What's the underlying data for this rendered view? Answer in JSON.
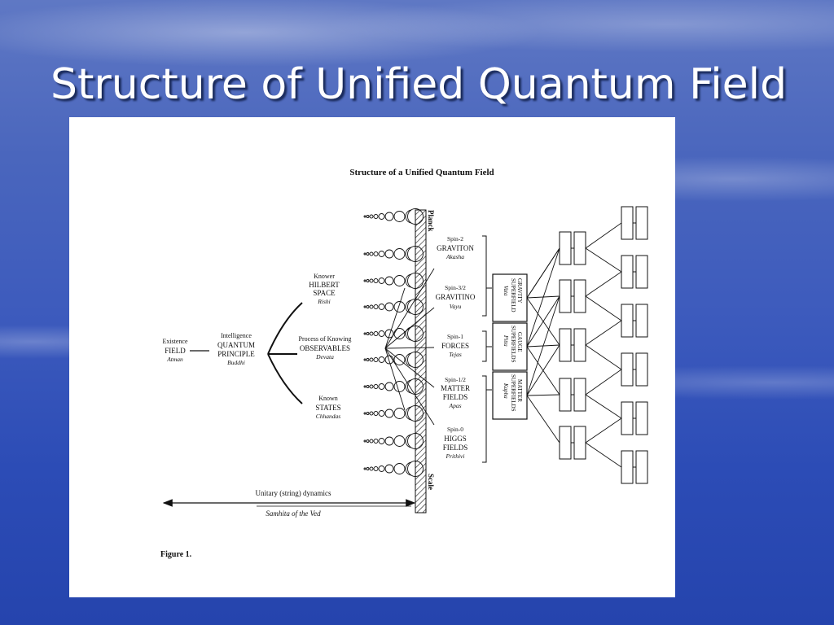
{
  "slide": {
    "title": "Structure of Unified Quantum Field"
  },
  "figure": {
    "heading": "Structure of a Unified Quantum Field",
    "caption": "Figure 1.",
    "existence": {
      "top": "Existence",
      "main": "FIELD",
      "sub": "Atman"
    },
    "intelligence": {
      "top": "Intelligence",
      "main1": "QUANTUM",
      "main2": "PRINCIPLE",
      "sub": "Buddhi"
    },
    "knower": {
      "top": "Knower",
      "main1": "HILBERT",
      "main2": "SPACE",
      "sub": "Rishi"
    },
    "knowing": {
      "top": "Process of Knowing",
      "main": "OBSERVABLES",
      "sub": "Devata"
    },
    "known": {
      "top": "Known",
      "main": "STATES",
      "sub": "Chhandas"
    },
    "planck_label": "Planck",
    "scale_label": "Scale",
    "particles": {
      "graviton": {
        "spin": "Spin-2",
        "name": "GRAVITON",
        "sub": "Akasha"
      },
      "gravitino": {
        "spin": "Spin-3/2",
        "name": "GRAVITINO",
        "sub": "Vayu"
      },
      "forces": {
        "spin": "Spin-1",
        "name": "FORCES",
        "sub": "Tejas"
      },
      "matter": {
        "spin": "Spin-1/2",
        "name1": "MATTER",
        "name2": "FIELDS",
        "sub": "Apas"
      },
      "higgs": {
        "spin": "Spin-0",
        "name1": "HIGGS",
        "name2": "FIELDS",
        "sub": "Prithivi"
      }
    },
    "superfields": {
      "gravity": {
        "line1": "GRAVITY",
        "line2": "SUPERFIELD",
        "sub": "Vata"
      },
      "gauge": {
        "line1": "GAUGE",
        "line2": "SUPERFIELDS",
        "sub": "Pitta"
      },
      "matter": {
        "line1": "MATTER",
        "line2": "SUPERFIELDS",
        "sub": "Kapha"
      }
    },
    "dynamics": {
      "label": "Unitary (string) dynamics",
      "sub": "Samhita of the Ved"
    }
  }
}
